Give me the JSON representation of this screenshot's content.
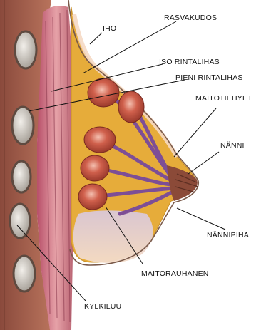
{
  "labels": {
    "skin": "IHO",
    "fat_tissue": "RASVAKUDOS",
    "pectoralis_major": "ISO RINTALIHAS",
    "pectoralis_minor": "PIENI RINTALIHAS",
    "milk_ducts": "MAITOTIEHYET",
    "nipple": "NÄNNI",
    "areola": "NÄNNIPIHA",
    "mammary_gland": "MAITORAUHANEN",
    "rib": "KYLKILUU"
  },
  "colors": {
    "fat": "#e8b23c",
    "muscle": "#c86a78",
    "chest_wall": "#a9644f",
    "rib_bone": "#d9d5cf",
    "gland": "#b84a3a",
    "duct": "#8a5aa0",
    "nipple": "#8b4a38",
    "skin": "#f2d7c3"
  }
}
